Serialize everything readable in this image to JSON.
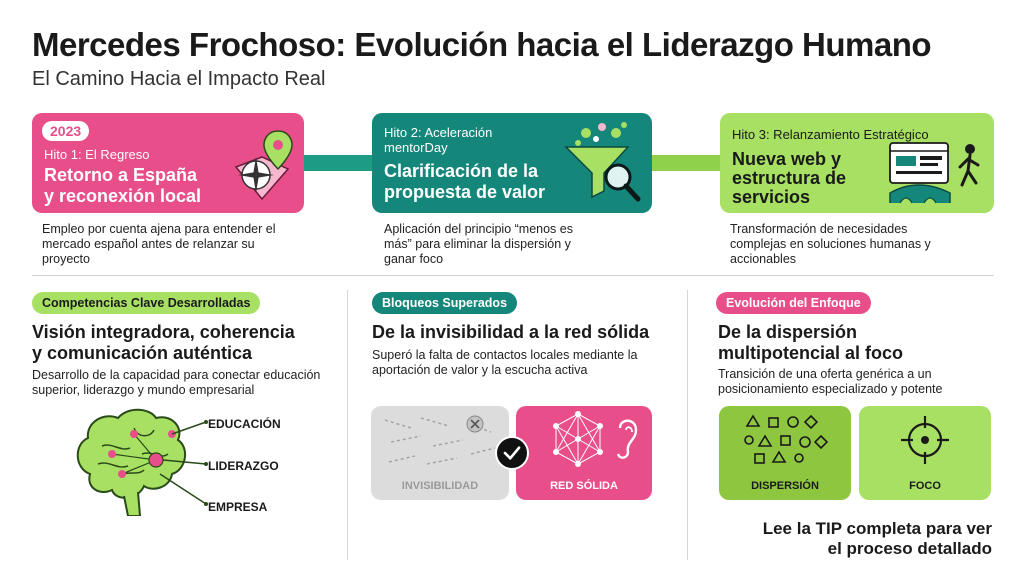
{
  "header": {
    "title": "Mercedes Frochoso: Evolución hacia el Liderazgo Humano",
    "subtitle": "El Camino Hacia el Impacto Real"
  },
  "milestones": [
    {
      "year": "2023",
      "kicker": "Hito 1: El Regreso",
      "head_lines": [
        "Retorno a España",
        "y reconexión local"
      ],
      "desc": "Empleo por cuenta ajena para entender el mercado español antes de relanzar su proyecto",
      "icon": "compass-map-icon"
    },
    {
      "kicker_lines": [
        "Hito 2: Aceleración",
        "mentorDay"
      ],
      "head_lines": [
        "Clarificación de la",
        "propuesta de valor"
      ],
      "desc": "Aplicación del principio “menos es más” para eliminar la dispersión y ganar foco",
      "icon": "funnel-magnifier-icon"
    },
    {
      "kicker": "Hito 3: Relanzamiento Estratégico",
      "head_lines": [
        "Nueva web y",
        "estructura de",
        "servicios"
      ],
      "desc": "Transformación de necesidades complejas en soluciones humanas y accionables",
      "icon": "website-bridge-icon"
    }
  ],
  "sections": [
    {
      "pill": "Competencias Clave Desarrolladas",
      "head_lines": [
        "Visión integradora, coherencia",
        "y comunicación auténtica"
      ],
      "desc": "Desarrollo de la capacidad para conectar educación superior, liderazgo y mundo empresarial",
      "brain_labels": [
        "EDUCACIÓN",
        "LIDERAZGO",
        "EMPRESA"
      ]
    },
    {
      "pill": "Bloqueos Superados",
      "head_lines": [
        "De la invisibilidad a la red sólida"
      ],
      "desc": "Superó la falta de contactos locales mediante la aportación de valor y la escucha activa",
      "tiles": [
        "INVISIBILIDAD",
        "RED SÓLIDA"
      ]
    },
    {
      "pill": "Evolución del Enfoque",
      "head_lines": [
        "De la dispersión",
        "multipotencial al foco"
      ],
      "desc": "Transición de una oferta genérica a un posicionamiento especializado y potente",
      "tiles": [
        "DISPERSIÓN",
        "FOCO"
      ]
    }
  ],
  "cta_lines": [
    "Lee la TIP completa para ver",
    "el proceso detallado"
  ],
  "colors": {
    "pink": "#e84f8a",
    "teal": "#14877a",
    "green": "#a8e063",
    "dark_green": "#8fc63f"
  }
}
